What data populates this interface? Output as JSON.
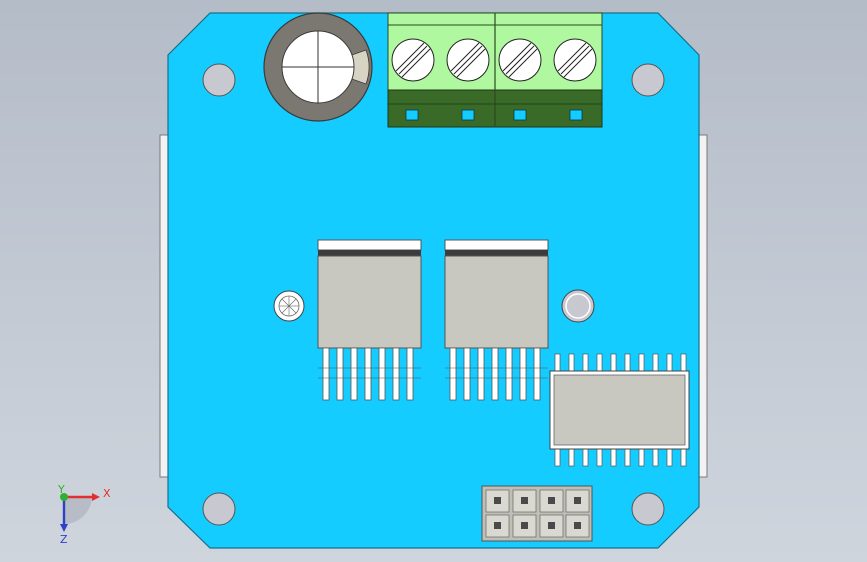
{
  "viewport": {
    "background": "#c1c8d2",
    "board_color": "#14ccff",
    "board_outline": "#1a6f8c"
  },
  "components": {
    "capacitor": {
      "outer": "#7a7870",
      "inner": "#ffffff",
      "mark": "#d8d4c4"
    },
    "terminal_block": {
      "body": "#b0f8a0",
      "base": "#3a6a28",
      "slot": "#14ccff",
      "screws": 4
    },
    "regulators": {
      "count": 2,
      "body": "#c8c8c0",
      "tab": "#3c3c3c",
      "pins_each": 7
    },
    "soic_chip": {
      "body": "#c8c8c0",
      "pins_per_side": 10
    },
    "header": {
      "body": "#bfbfb8",
      "pin": "#4a4a4a",
      "cols": 4,
      "rows": 2
    },
    "mount_holes": {
      "color": "#c8c8d0",
      "count": 4
    }
  },
  "triad": {
    "x_label": "X",
    "y_label": "Y",
    "z_label": "Z",
    "x_color": "#e03030",
    "y_color": "#30b030",
    "z_color": "#3040c8"
  }
}
